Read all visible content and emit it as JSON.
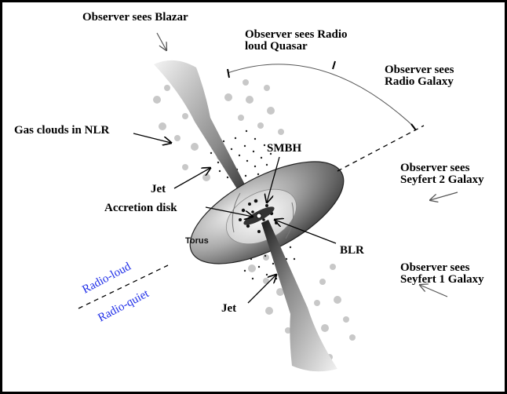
{
  "labels": {
    "blazar": "Observer sees Blazar",
    "radio_loud_quasar_line1": "Observer sees Radio",
    "radio_loud_quasar_line2": "loud Quasar",
    "radio_galaxy_line1": "Observer sees",
    "radio_galaxy_line2": "Radio Galaxy",
    "gas_clouds": "Gas clouds in NLR",
    "smbh": "SMBH",
    "jet_top": "Jet",
    "accretion_disk": "Accretion disk",
    "seyfert2_line1": "Observer sees",
    "seyfert2_line2": "Seyfert 2 Galaxy",
    "torus": "Torus",
    "blr": "BLR",
    "seyfert1_line1": "Observer sees",
    "seyfert1_line2": "Seyfert 1 Galaxy",
    "radio_loud": "Radio-loud",
    "radio_quiet": "Radio-quiet",
    "jet_bottom": "Jet"
  },
  "colors": {
    "frame": "#000000",
    "text": "#000000",
    "radio_label": "#1f2ee8",
    "nlr_clouds": "#c8c8c8"
  }
}
